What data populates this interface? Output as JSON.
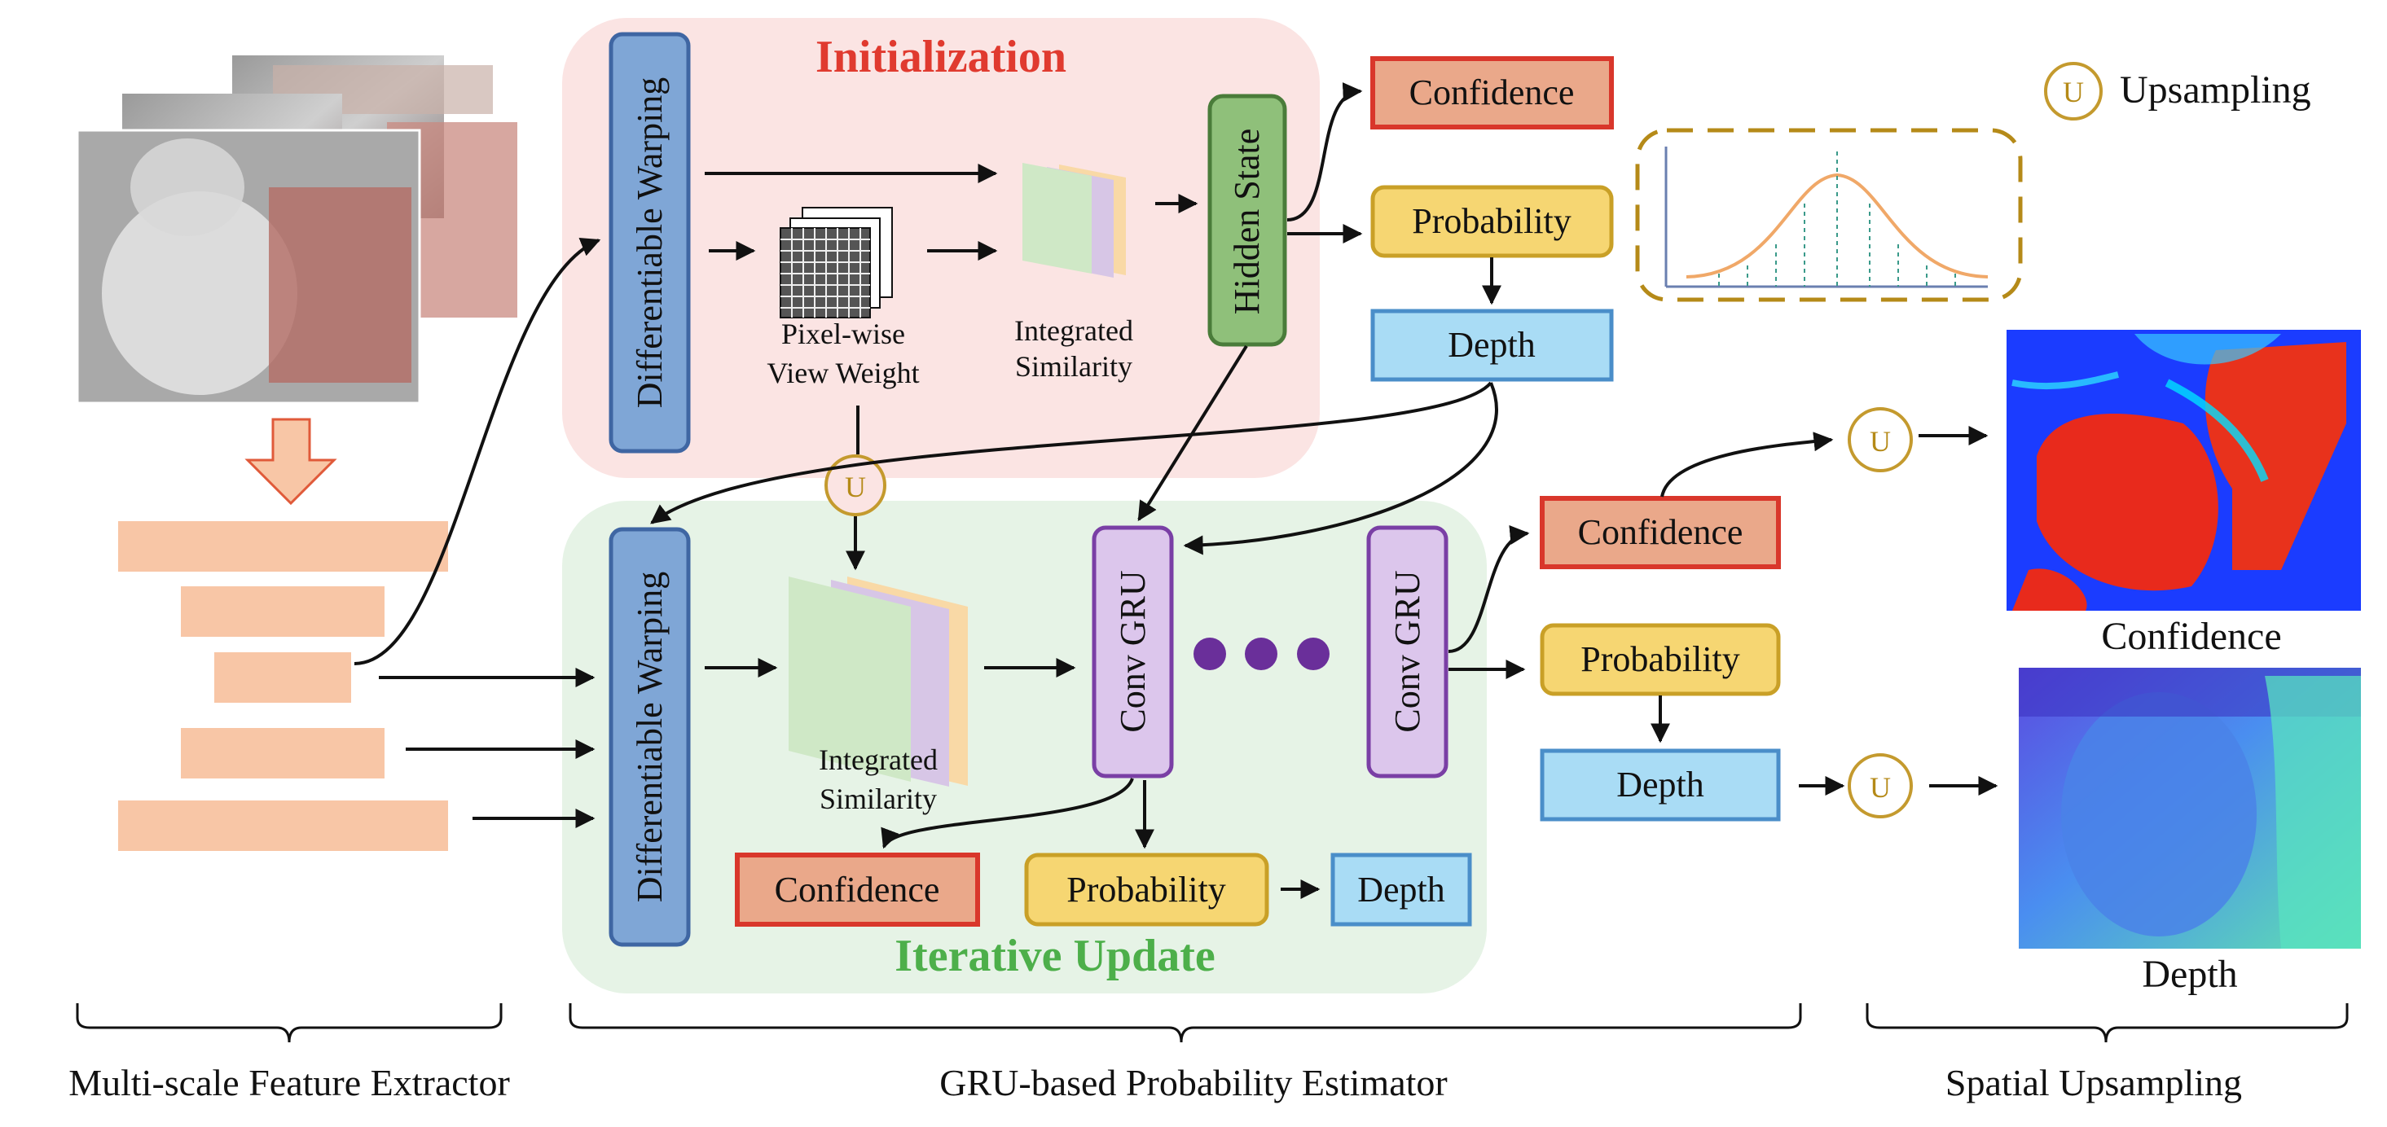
{
  "stages": {
    "initialization": "Initialization",
    "iterative_update": "Iterative Update"
  },
  "blocks": {
    "differentiable_warping": "Differentiable Warping",
    "hidden_state": "Hidden State",
    "conv_gru": "Conv GRU",
    "confidence": "Confidence",
    "probability": "Probability",
    "depth": "Depth"
  },
  "labels": {
    "pixel_wise_view_weight_line1": "Pixel-wise",
    "pixel_wise_view_weight_line2": "View Weight",
    "integrated_similarity_line1": "Integrated",
    "integrated_similarity_line2": "Similarity",
    "upsample_symbol": "U",
    "upsampling_legend": "Upsampling",
    "confidence_output": "Confidence",
    "depth_output": "Depth"
  },
  "sections": {
    "feature_extractor": "Multi-scale Feature Extractor",
    "probability_estimator": "GRU-based Probability Estimator",
    "spatial_upsampling": "Spatial Upsampling"
  },
  "colors": {
    "init_bg": "#fbe4e3",
    "iter_bg": "#e6f3e6",
    "warp_fill": "#7fa6d6",
    "warp_stroke": "#3f66a3",
    "hidden_fill": "#8fc07a",
    "hidden_stroke": "#4a7c3a",
    "gru_fill": "#dcc6ec",
    "gru_stroke": "#7a3fa5",
    "confidence_fill": "#eaa88a",
    "confidence_stroke": "#d9372b",
    "probability_fill": "#f6d672",
    "probability_stroke": "#c9a027",
    "depth_fill": "#a9dcf5",
    "depth_stroke": "#4a8ec9",
    "feature_bar": "#f8c6a6",
    "upsample_ring": "#c49a2e",
    "dots": "#6a2f9a"
  }
}
